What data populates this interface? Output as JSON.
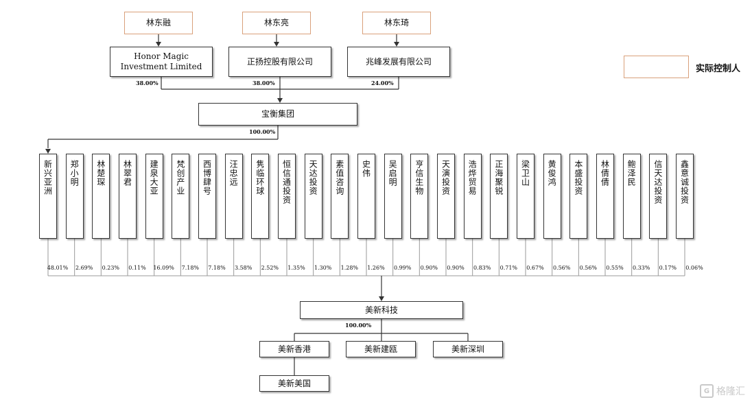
{
  "controllers": [
    "林东融",
    "林东亮",
    "林东琦"
  ],
  "holding_entities": [
    {
      "name": "Honor Magic Investment Limited",
      "pct": "38.00%"
    },
    {
      "name": "正扬控股有限公司",
      "pct": "38.00%"
    },
    {
      "name": "兆峰发展有限公司",
      "pct": "24.00%"
    }
  ],
  "legend": {
    "label": "实际控制人",
    "color": "#d9a07a"
  },
  "group": {
    "name": "宝衡集团",
    "pct": "100.00%"
  },
  "shareholders": [
    {
      "name": "新兴亚洲",
      "pct": "48.01%"
    },
    {
      "name": "郑小明",
      "pct": "2.69%"
    },
    {
      "name": "林楚琛",
      "pct": "0.23%"
    },
    {
      "name": "林翠君",
      "pct": "0.11%"
    },
    {
      "name": "建泉大亚",
      "pct": "16.09%"
    },
    {
      "name": "梵创产业",
      "pct": "7.18%"
    },
    {
      "name": "西博肆号",
      "pct": "7.18%"
    },
    {
      "name": "汪忠远",
      "pct": "3.58%"
    },
    {
      "name": "隽临环球",
      "pct": "2.52%"
    },
    {
      "name": "恒信通投资",
      "pct": "1.35%"
    },
    {
      "name": "天达投资",
      "pct": "1.30%"
    },
    {
      "name": "素值咨询",
      "pct": "1.28%"
    },
    {
      "name": "史伟",
      "pct": "1.26%"
    },
    {
      "name": "吴启明",
      "pct": "0.99%"
    },
    {
      "name": "亨信生物",
      "pct": "0.90%"
    },
    {
      "name": "天演投资",
      "pct": "0.90%"
    },
    {
      "name": "浩烨贸易",
      "pct": "0.83%"
    },
    {
      "name": "正海聚锐",
      "pct": "0.71%"
    },
    {
      "name": "梁卫山",
      "pct": "0.67%"
    },
    {
      "name": "黄俊鸿",
      "pct": "0.56%"
    },
    {
      "name": "本盛投资",
      "pct": "0.56%"
    },
    {
      "name": "林倩倩",
      "pct": "0.55%"
    },
    {
      "name": "鲍泽民",
      "pct": "0.33%"
    },
    {
      "name": "信天达投资",
      "pct": "0.17%"
    },
    {
      "name": "鑫意诚投资",
      "pct": "0.06%"
    }
  ],
  "company": {
    "name": "美新科技",
    "pct": "100.00%"
  },
  "subsidiaries": [
    "美新香港",
    "美新建瓯",
    "美新深圳"
  ],
  "sub_subsidiary": "美新美国",
  "watermark": "格隆汇"
}
